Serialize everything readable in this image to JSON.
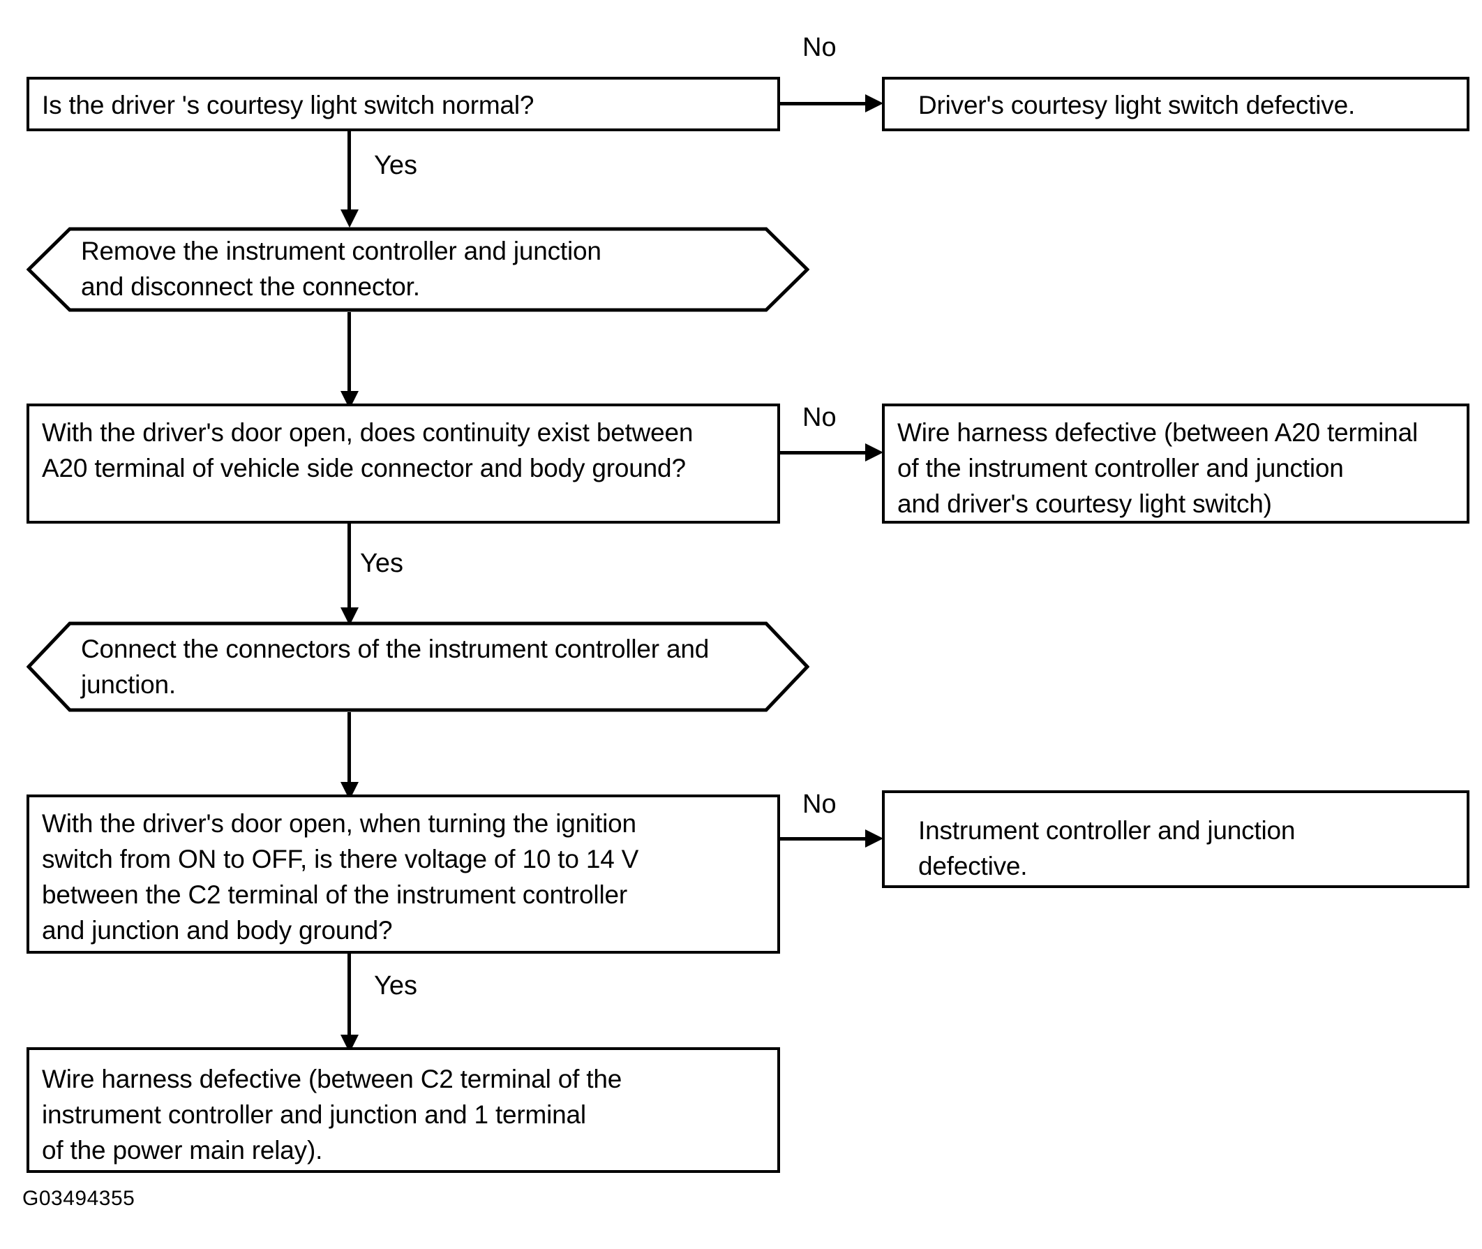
{
  "diagram": {
    "figure_id": "G03494355",
    "ink_color": "#000000",
    "background_color": "#ffffff",
    "nodes": {
      "q1": {
        "shape": "rectangle",
        "text": "Is the driver 's courtesy light switch normal?"
      },
      "q1_no_result": {
        "shape": "rectangle",
        "text": "Driver's courtesy light switch defective."
      },
      "action1": {
        "shape": "hexagon",
        "text": "Remove the instrument controller and junction\nand disconnect the connector."
      },
      "q2": {
        "shape": "rectangle",
        "text": "With the driver's door open, does continuity exist between\nA20 terminal of vehicle side connector and body ground?"
      },
      "q2_no_result": {
        "shape": "rectangle",
        "text": "Wire harness defective (between A20 terminal\nof the instrument controller and junction\nand driver's courtesy light switch)"
      },
      "action2": {
        "shape": "hexagon",
        "text": "Connect the connectors of the instrument controller and\njunction."
      },
      "q3": {
        "shape": "rectangle",
        "text": "With the driver's door open, when turning the ignition\nswitch from ON to OFF, is there voltage of 10 to 14 V\nbetween the C2 terminal of the instrument controller\nand junction and body ground?"
      },
      "q3_no_result": {
        "shape": "rectangle",
        "text": "Instrument controller and junction\ndefective."
      },
      "final_result": {
        "shape": "rectangle",
        "text": "Wire harness defective (between C2 terminal of the\ninstrument controller and junction and 1 terminal\nof the power main relay)."
      }
    },
    "edge_labels": {
      "q1_no": "No",
      "q1_yes": "Yes",
      "q2_no": "No",
      "q2_yes": "Yes",
      "q3_no": "No",
      "q3_yes": "Yes"
    }
  }
}
